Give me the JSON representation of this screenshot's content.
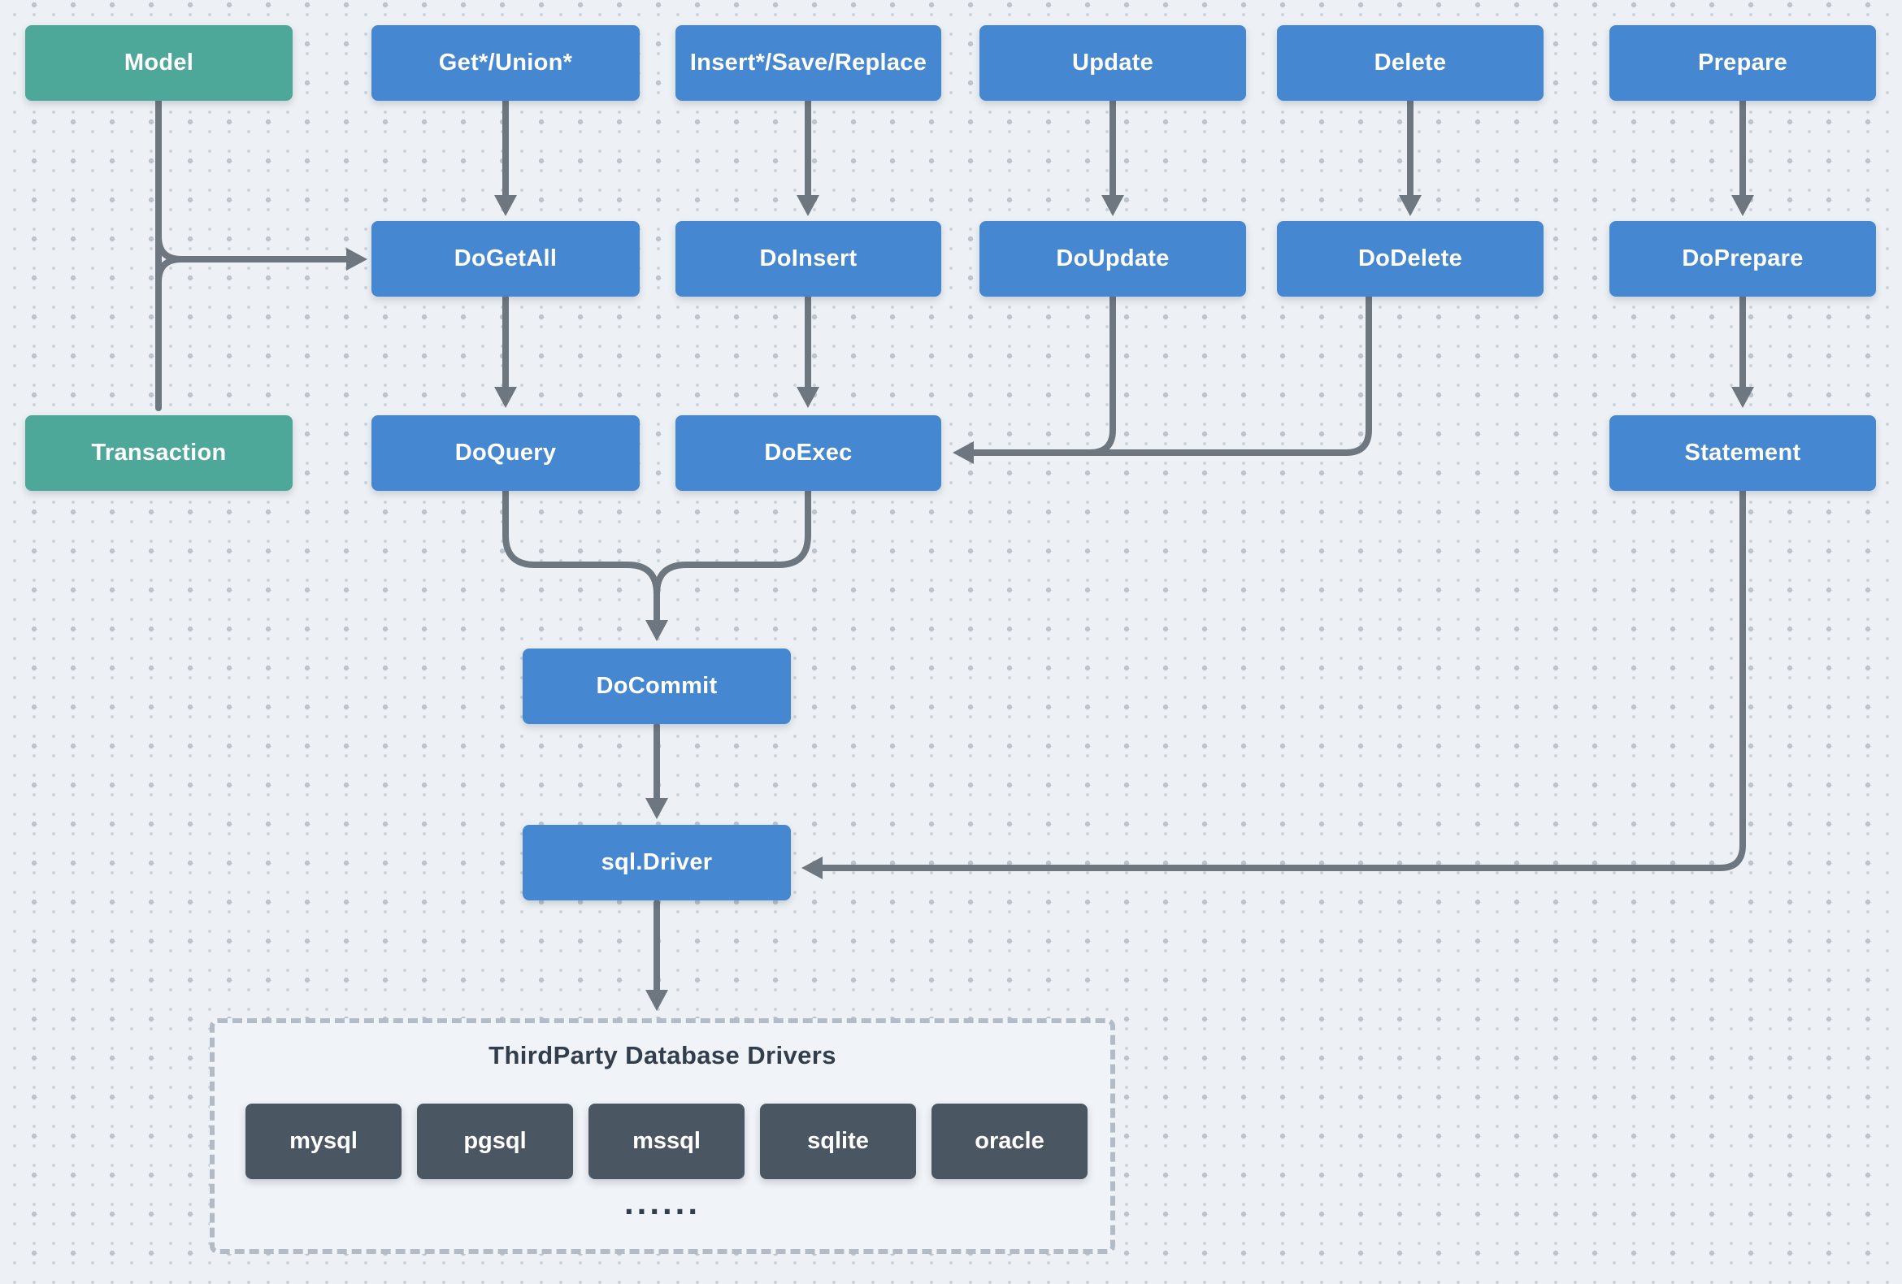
{
  "diagram": {
    "colors": {
      "background": "#edf1f5",
      "dot_small": "#ccd2da",
      "dot_big": "#bcc4cf",
      "blue": "#4687d1",
      "green": "#4ea89a",
      "dark": "#4b5663",
      "arrow": "#6e7780",
      "title_text": "#323e4b",
      "panel_border": "#b3bcc6",
      "panel_bg": "#f0f3f7"
    },
    "nodes": {
      "model": "Model",
      "get_union": "Get*/Union*",
      "insert_save_replace": "Insert*/Save/Replace",
      "update": "Update",
      "delete": "Delete",
      "prepare": "Prepare",
      "do_get_all": "DoGetAll",
      "do_insert": "DoInsert",
      "do_update": "DoUpdate",
      "do_delete": "DoDelete",
      "do_prepare": "DoPrepare",
      "transaction": "Transaction",
      "do_query": "DoQuery",
      "do_exec": "DoExec",
      "statement": "Statement",
      "do_commit": "DoCommit",
      "sql_driver": "sql.Driver"
    },
    "third_party": {
      "title": "ThirdParty Database Drivers",
      "drivers": [
        "mysql",
        "pgsql",
        "mssql",
        "sqlite",
        "oracle"
      ],
      "ellipsis": "......"
    }
  }
}
